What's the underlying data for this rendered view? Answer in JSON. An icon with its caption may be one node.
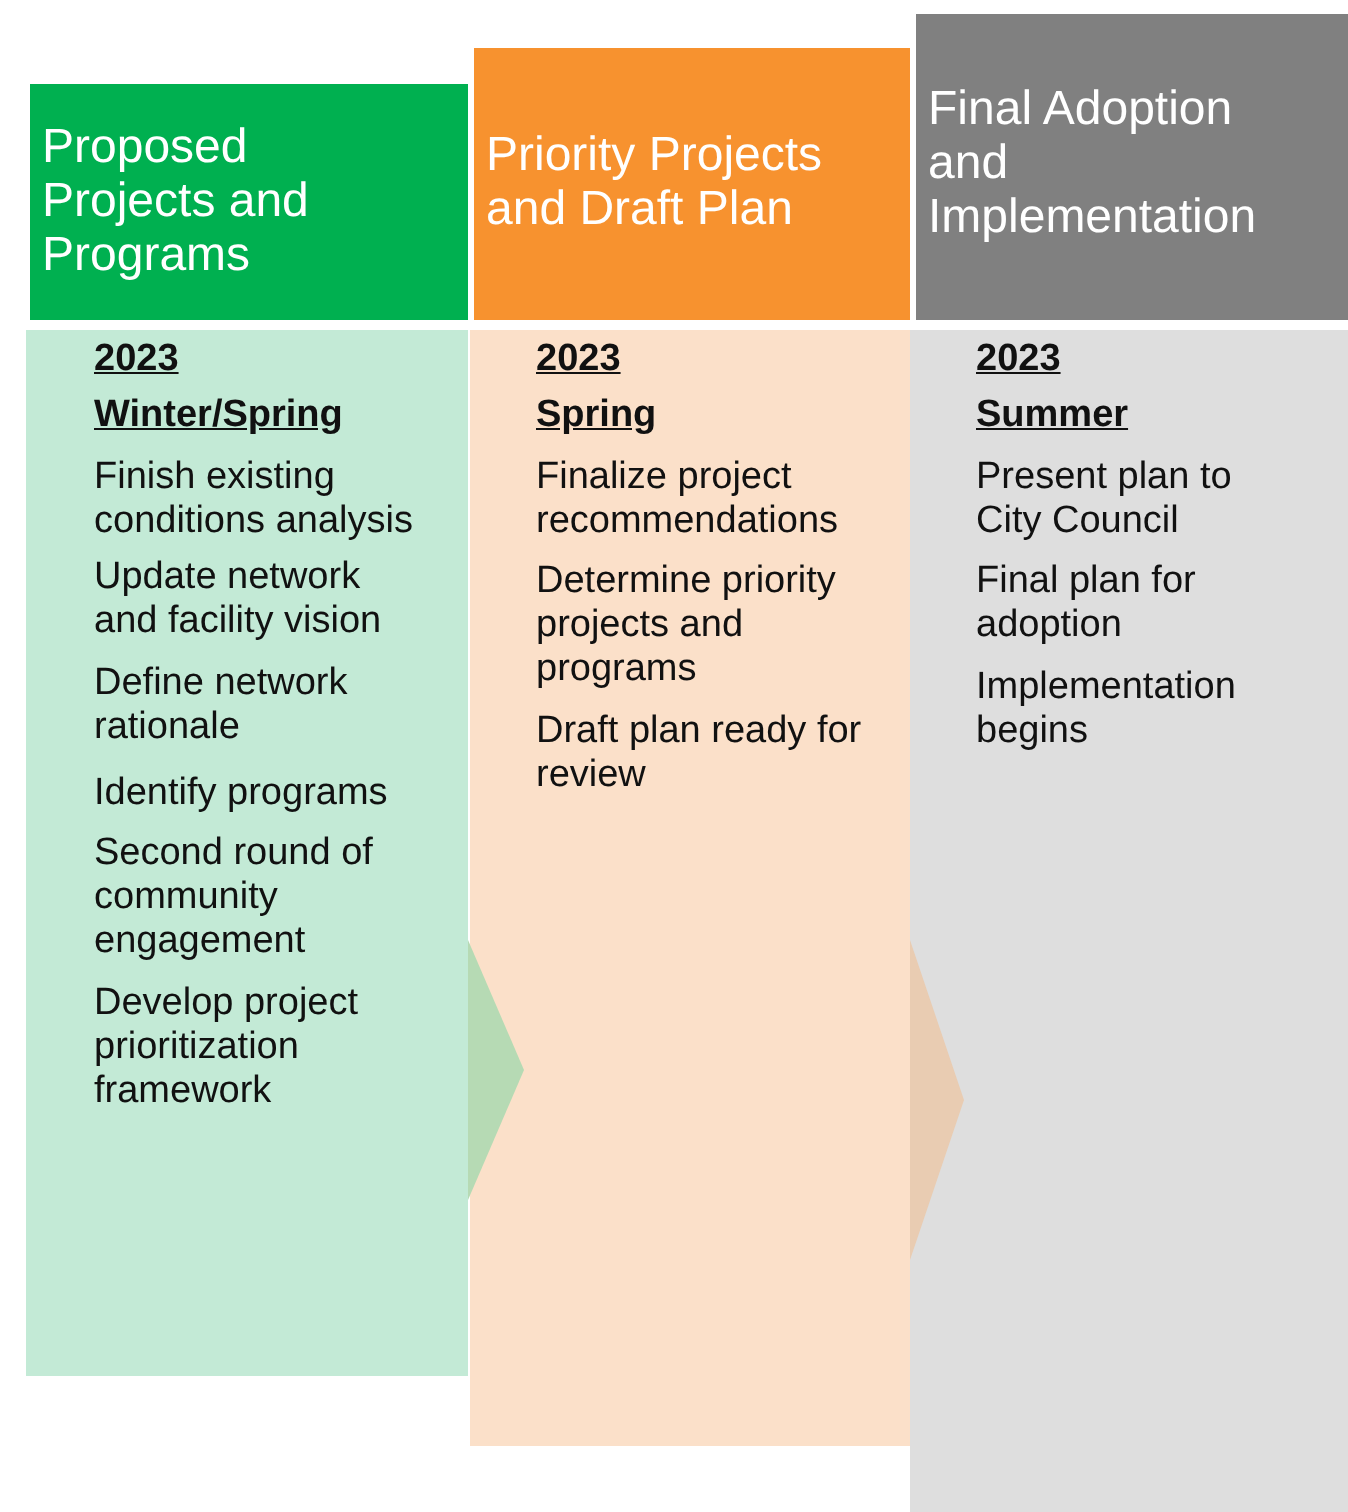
{
  "diagram": {
    "nodes": [
      {
        "text": [
          "Proposed Projects and Programs"
        ]
      },
      {
        "text": [
          "2023",
          "Winter/Spring",
          "Finish existing conditions analysis",
          "Update network and facility vision",
          "Define network rationale",
          "Identify programs",
          "Second round of community engagement",
          "Develop project prioritization framework"
        ]
      },
      {
        "text": [
          "Priority Projects and Draft Plan"
        ]
      },
      {
        "text": [
          "2023",
          "Spring",
          "Finalize project recommendations",
          "Determine priority projects and programs",
          "Draft plan ready for review"
        ]
      },
      {
        "text": [
          "Final Adoption and Implementation"
        ]
      },
      {
        "text": [
          "2023",
          "Summer",
          "Present plan to City Council",
          "Final plan for adoption",
          "Implementation begins"
        ]
      }
    ],
    "edges": [
      {
        "from": 1,
        "to": 3,
        "arrow": "to",
        "color": "#b6dab4"
      },
      {
        "from": 3,
        "to": 5,
        "arrow": "to",
        "color": "#e9ccb2"
      }
    ]
  }
}
